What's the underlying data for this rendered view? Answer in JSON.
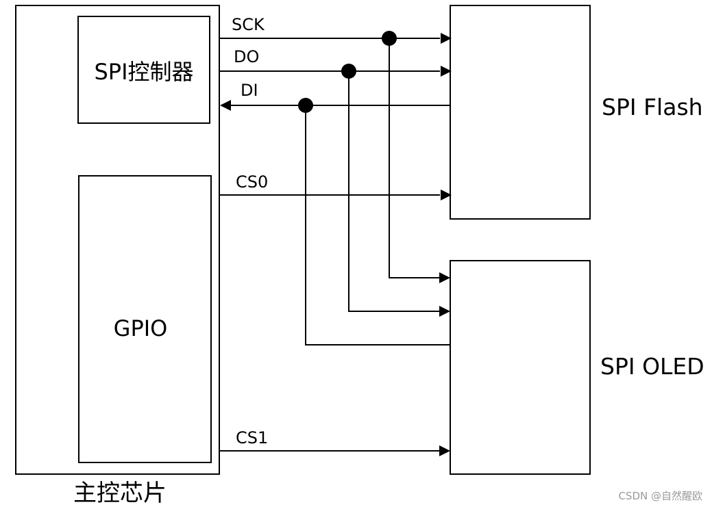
{
  "blocks": {
    "main_chip": "主控芯片",
    "spi_controller": "SPI控制器",
    "gpio": "GPIO",
    "spi_flash": "SPI Flash",
    "spi_oled": "SPI OLED"
  },
  "signals": {
    "sck": "SCK",
    "do": "DO",
    "di": "DI",
    "cs0": "CS0",
    "cs1": "CS1"
  },
  "watermark": "CSDN @自然醒欧"
}
